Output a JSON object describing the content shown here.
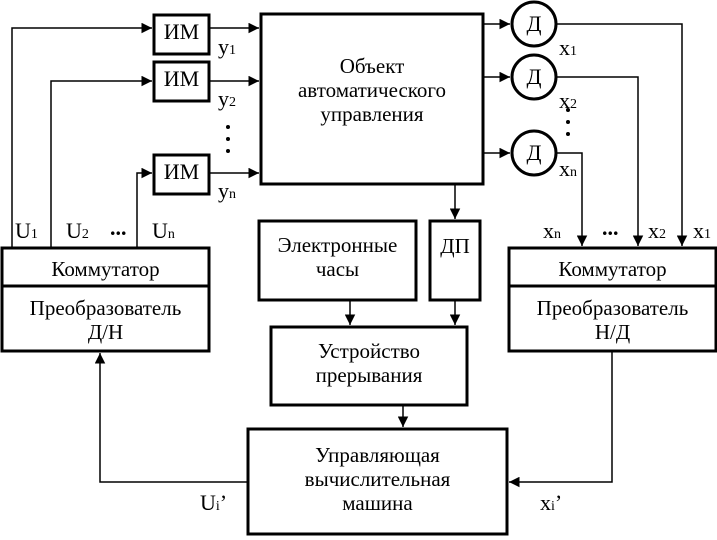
{
  "blocks": {
    "actuator": "ИМ",
    "object": "Объект\nавтоматического\nуправления",
    "sensor": "Д",
    "clock": "Электронные\nчасы",
    "dp": "ДП",
    "interrupt": "Устройство\nпрерывания",
    "computer": "Управляющая\nвычислительная\nмашина",
    "commutator_left": "Коммутатор",
    "converter_left": "Преобразователь\nД/Н",
    "commutator_right": "Коммутатор",
    "converter_right": "Преобразователь\nН/Д"
  },
  "signals": {
    "y": "y",
    "x": "x",
    "U": "U",
    "sub_1": "1",
    "sub_2": "2",
    "sub_n": "n",
    "sub_i": "i",
    "prime": "’",
    "ellipsis": "..."
  }
}
